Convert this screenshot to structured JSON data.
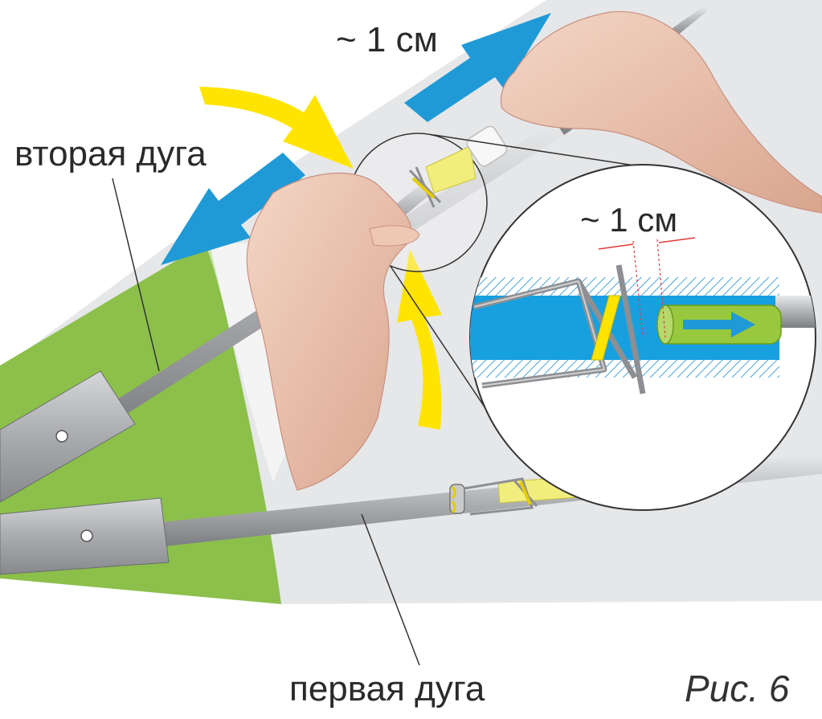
{
  "labels": {
    "top_distance": "~ 1 см",
    "detail_distance": "~ 1 см",
    "second_arc": "вторая дуга",
    "first_arc": "первая дуга",
    "figure": "Рис. 6"
  },
  "colors": {
    "green": "#8cc04a",
    "light_gray": "#e6e7e9",
    "blue_arrow": "#1f9ad6",
    "yellow_arrow": "#ffe400",
    "tube_blue": "#16a0e0",
    "rod_gray": "#a6a8ab"
  }
}
